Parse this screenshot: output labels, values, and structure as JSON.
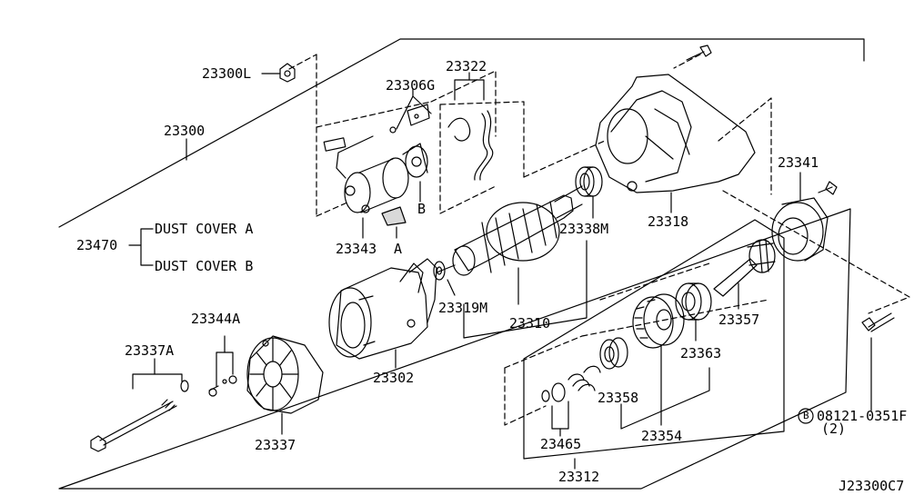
{
  "parts": {
    "p23300L": "23300L",
    "p23306G": "23306G",
    "p23322": "23322",
    "p23300": "23300",
    "p23341": "23341",
    "p23470": "23470",
    "dust_cover_a": "DUST COVER  A",
    "dust_cover_b": "DUST COVER  B",
    "p23343": "23343",
    "mark_a": "A",
    "mark_b": "B",
    "p23338M": "23338M",
    "p23318": "23318",
    "p23344A": "23344A",
    "p23319M": "23319M",
    "p23310": "23310",
    "p23357": "23357",
    "p23337A": "23337A",
    "p23363": "23363",
    "p23302": "23302",
    "p23358": "23358",
    "p23337": "23337",
    "p23465": "23465",
    "p23354": "23354",
    "bolt_code": "08121-0351F",
    "bolt_marker": "B",
    "bolt_qty": "(2)",
    "p23312": "23312"
  },
  "diagram_code": "J23300C7"
}
